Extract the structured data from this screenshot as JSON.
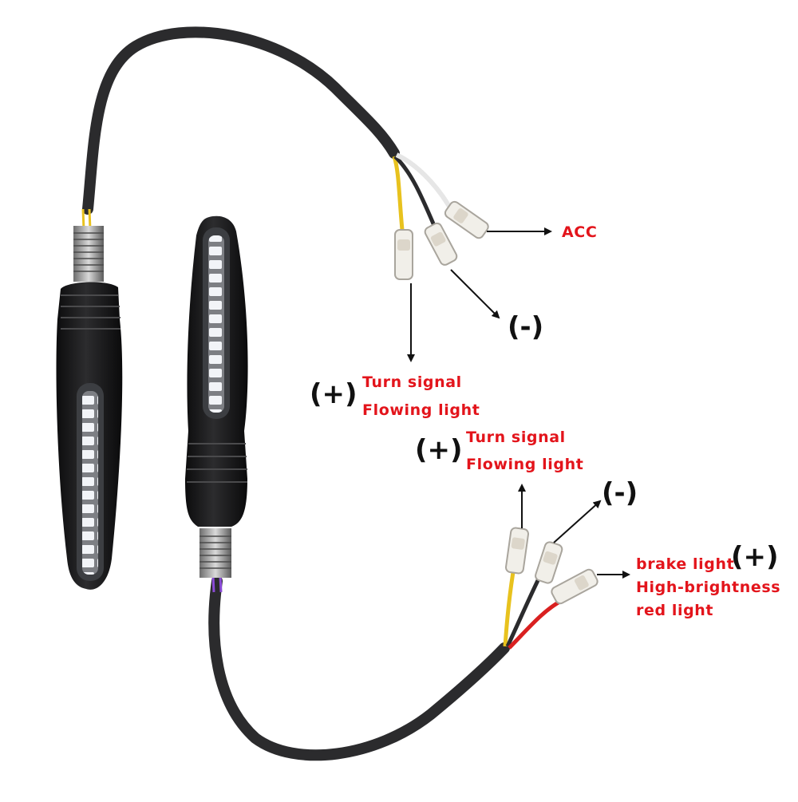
{
  "labels": {
    "acc": "ACC",
    "neg_top": "(-)",
    "plus_top": "(+)",
    "turn_top_1": "Turn signal",
    "turn_top_2": "Flowing light",
    "plus_mid": "(+)",
    "turn_mid_1": "Turn signal",
    "turn_mid_2": "Flowing light",
    "neg_bottom": "(-)",
    "brake_1": "brake light",
    "plus_brake": "(+)",
    "brake_2": "High-brightness",
    "brake_3": "red light"
  },
  "colors": {
    "label_red": "#e3141b",
    "label_black": "#111111",
    "cable": "#2b2b2d",
    "wire_yellow": "#e8c21e",
    "wire_white": "#e6e6e6",
    "wire_red": "#d92020",
    "lamp_body": "#151516",
    "led": "#f2f4f8"
  }
}
